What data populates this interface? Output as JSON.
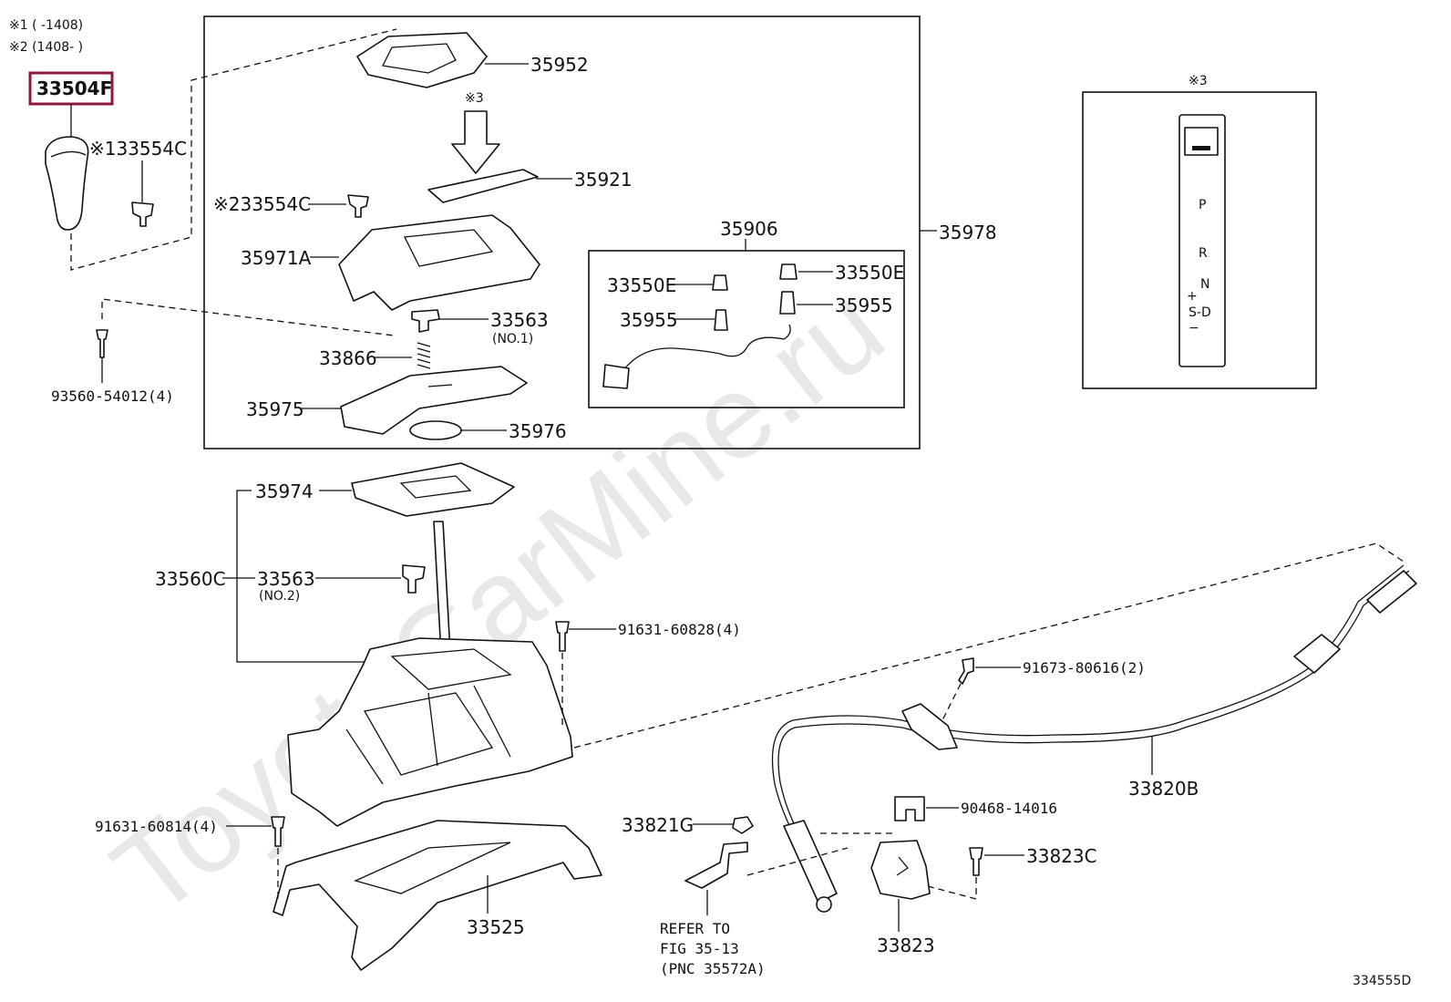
{
  "notes": {
    "n1": "※1 (      -1408)",
    "n2": "※2 (1408-      )",
    "n3": "※3"
  },
  "watermark": "ToyotaCarMine.ru",
  "diagram_id": "334555D",
  "highlight_part": "33504F",
  "labels": {
    "p33504F": "33504F",
    "p33554C_1": "※133554C",
    "p33554C_2": "※233554C",
    "p35952": "35952",
    "p35921": "35921",
    "p35971A": "35971A",
    "p33563_1": "33563",
    "p33563_1_sub": "(NO.1)",
    "p33866": "33866",
    "p35975": "35975",
    "p35976": "35976",
    "p35906": "35906",
    "p33550E_l": "33550E",
    "p33550E_r": "33550E",
    "p35955_l": "35955",
    "p35955_r": "35955",
    "p35978": "35978",
    "p93560": "93560-54012(4)",
    "p35974": "35974",
    "p33560C": "33560C",
    "p33563_2": "33563",
    "p33563_2_sub": "(NO.2)",
    "p91631_60828": "91631-60828(4)",
    "p91673": "91673-80616(2)",
    "p33820B": "33820B",
    "p91631_60814": "91631-60814(4)",
    "p33525": "33525",
    "p33821G": "33821G",
    "p90468": "90468-14016",
    "p33823C": "33823C",
    "p33823": "33823",
    "refer1": "REFER TO",
    "refer2": "FIG 35-13",
    "refer3": "(PNC 35572A)"
  },
  "shift_panel": {
    "P": "P",
    "R": "R",
    "N": "N",
    "plus": "+",
    "SD": "S-D",
    "minus": "−"
  }
}
